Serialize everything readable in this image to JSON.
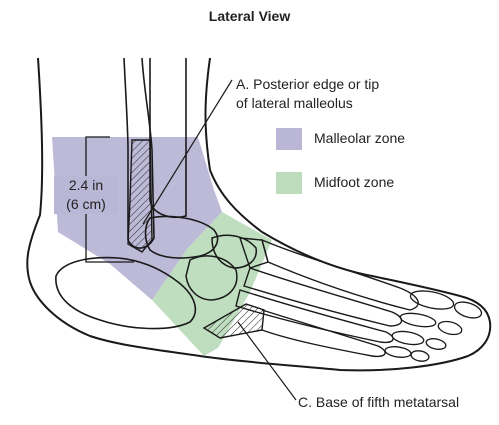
{
  "title": "Lateral View",
  "labels": {
    "a_line1": "A. Posterior edge or tip",
    "a_line2": "of lateral malleolus",
    "c_label": "C. Base of fifth metatarsal"
  },
  "legend": [
    {
      "name": "Malleolar zone",
      "color": "#b9b6d6"
    },
    {
      "name": "Midfoot zone",
      "color": "#bcdcbc"
    }
  ],
  "measurement": {
    "line1": "2.4 in",
    "line2": "(6 cm)"
  },
  "colors": {
    "outline": "#1a1a1a",
    "text": "#222222"
  }
}
